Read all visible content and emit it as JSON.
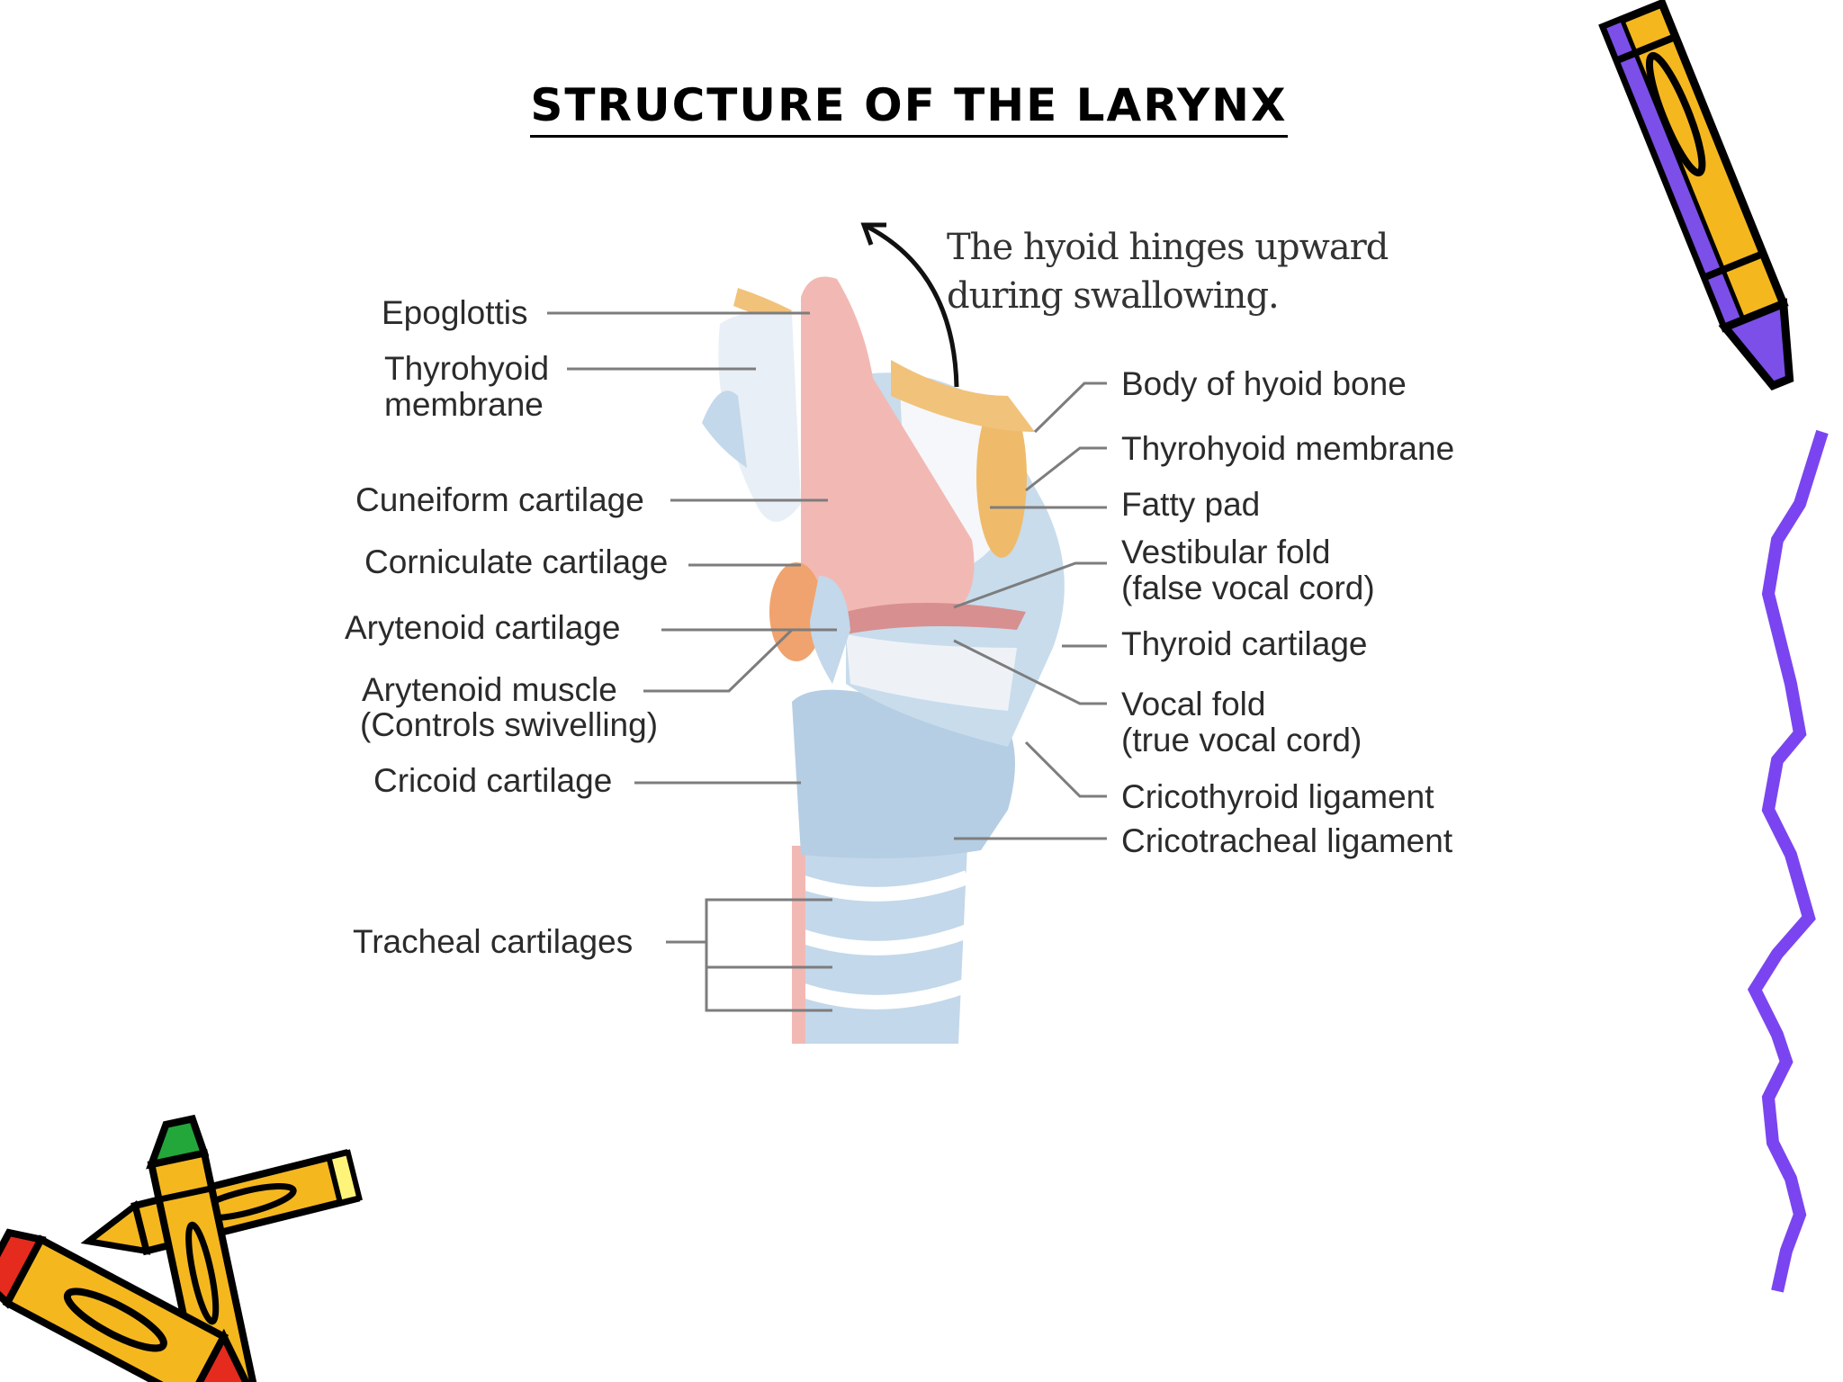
{
  "slide": {
    "title": "STRUCTURE OF THE LARYNX"
  },
  "annotation": {
    "line1": "The hyoid hinges upward",
    "line2": "during swallowing."
  },
  "labels_left": {
    "epiglottis": "Epoglottis",
    "thyrohyoid_line1": "Thyrohyoid",
    "thyrohyoid_line2": "membrane",
    "cuneiform": "Cuneiform cartilage",
    "corniculate": "Corniculate cartilage",
    "arytenoid": "Arytenoid cartilage",
    "arytenoid_muscle_line1": "Arytenoid muscle",
    "arytenoid_muscle_line2": "(Controls swivelling)",
    "cricoid": "Cricoid cartilage",
    "tracheal": "Tracheal cartilages"
  },
  "labels_right": {
    "hyoid_body": "Body of hyoid bone",
    "thyrohyoid": "Thyrohyoid membrane",
    "fatty_pad": "Fatty pad",
    "vestibular_line1": "Vestibular fold",
    "vestibular_line2": "(false vocal cord)",
    "thyroid": "Thyroid cartilage",
    "vocal_line1": "Vocal fold",
    "vocal_line2": "(true vocal cord)",
    "cricothyroid": "Cricothyroid ligament",
    "cricotracheal": "Cricotracheal ligament"
  },
  "colors": {
    "cartilage_blue": "#bcd3e6",
    "mucosa_pink": "#f2b9b4",
    "hyoid_orange": "#f1c27a",
    "crayon_yellow": "#f5b71e",
    "crayon_purple": "#7b4fe8",
    "crayon_red": "#e52a1e",
    "crayon_green": "#23a63a",
    "squiggle_purple": "#7a45f0"
  }
}
